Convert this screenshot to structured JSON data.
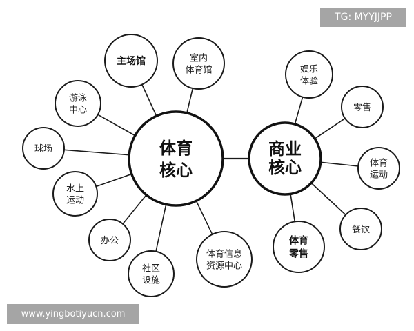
{
  "watermarks": {
    "tg": "TG: MYYJJPP",
    "url": "www.yingbotiyucn.com"
  },
  "hubs": {
    "sports": {
      "line1": "体育",
      "line2": "核心"
    },
    "business": {
      "line1": "商业",
      "line2": "核心"
    }
  },
  "sports_nodes": [
    {
      "id": "main-stadium",
      "lines": [
        "主场馆"
      ],
      "bold": true
    },
    {
      "id": "indoor-gym",
      "lines": [
        "室内",
        "体育馆"
      ],
      "bold": false
    },
    {
      "id": "swimming-center",
      "lines": [
        "游泳",
        "中心"
      ],
      "bold": false
    },
    {
      "id": "ball-fields",
      "lines": [
        "球场"
      ],
      "bold": false
    },
    {
      "id": "water-sports",
      "lines": [
        "水上",
        "运动"
      ],
      "bold": false
    },
    {
      "id": "office",
      "lines": [
        "办公"
      ],
      "bold": false
    },
    {
      "id": "community-facilities",
      "lines": [
        "社区",
        "设施"
      ],
      "bold": false
    },
    {
      "id": "sports-info-center",
      "lines": [
        "体育信息",
        "资源中心"
      ],
      "bold": false
    }
  ],
  "business_nodes": [
    {
      "id": "entertainment-experience",
      "lines": [
        "娱乐",
        "体验"
      ],
      "bold": false
    },
    {
      "id": "retail",
      "lines": [
        "零售"
      ],
      "bold": false
    },
    {
      "id": "sports-activities",
      "lines": [
        "体育",
        "运动"
      ],
      "bold": false
    },
    {
      "id": "dining",
      "lines": [
        "餐饮"
      ],
      "bold": false
    },
    {
      "id": "sports-retail",
      "lines": [
        "体育",
        "零售"
      ],
      "bold": true
    }
  ],
  "colors": {
    "stroke": "#1a1a1a",
    "watermark_bg": "#a5a5a5",
    "watermark_text": "#ffffff"
  }
}
